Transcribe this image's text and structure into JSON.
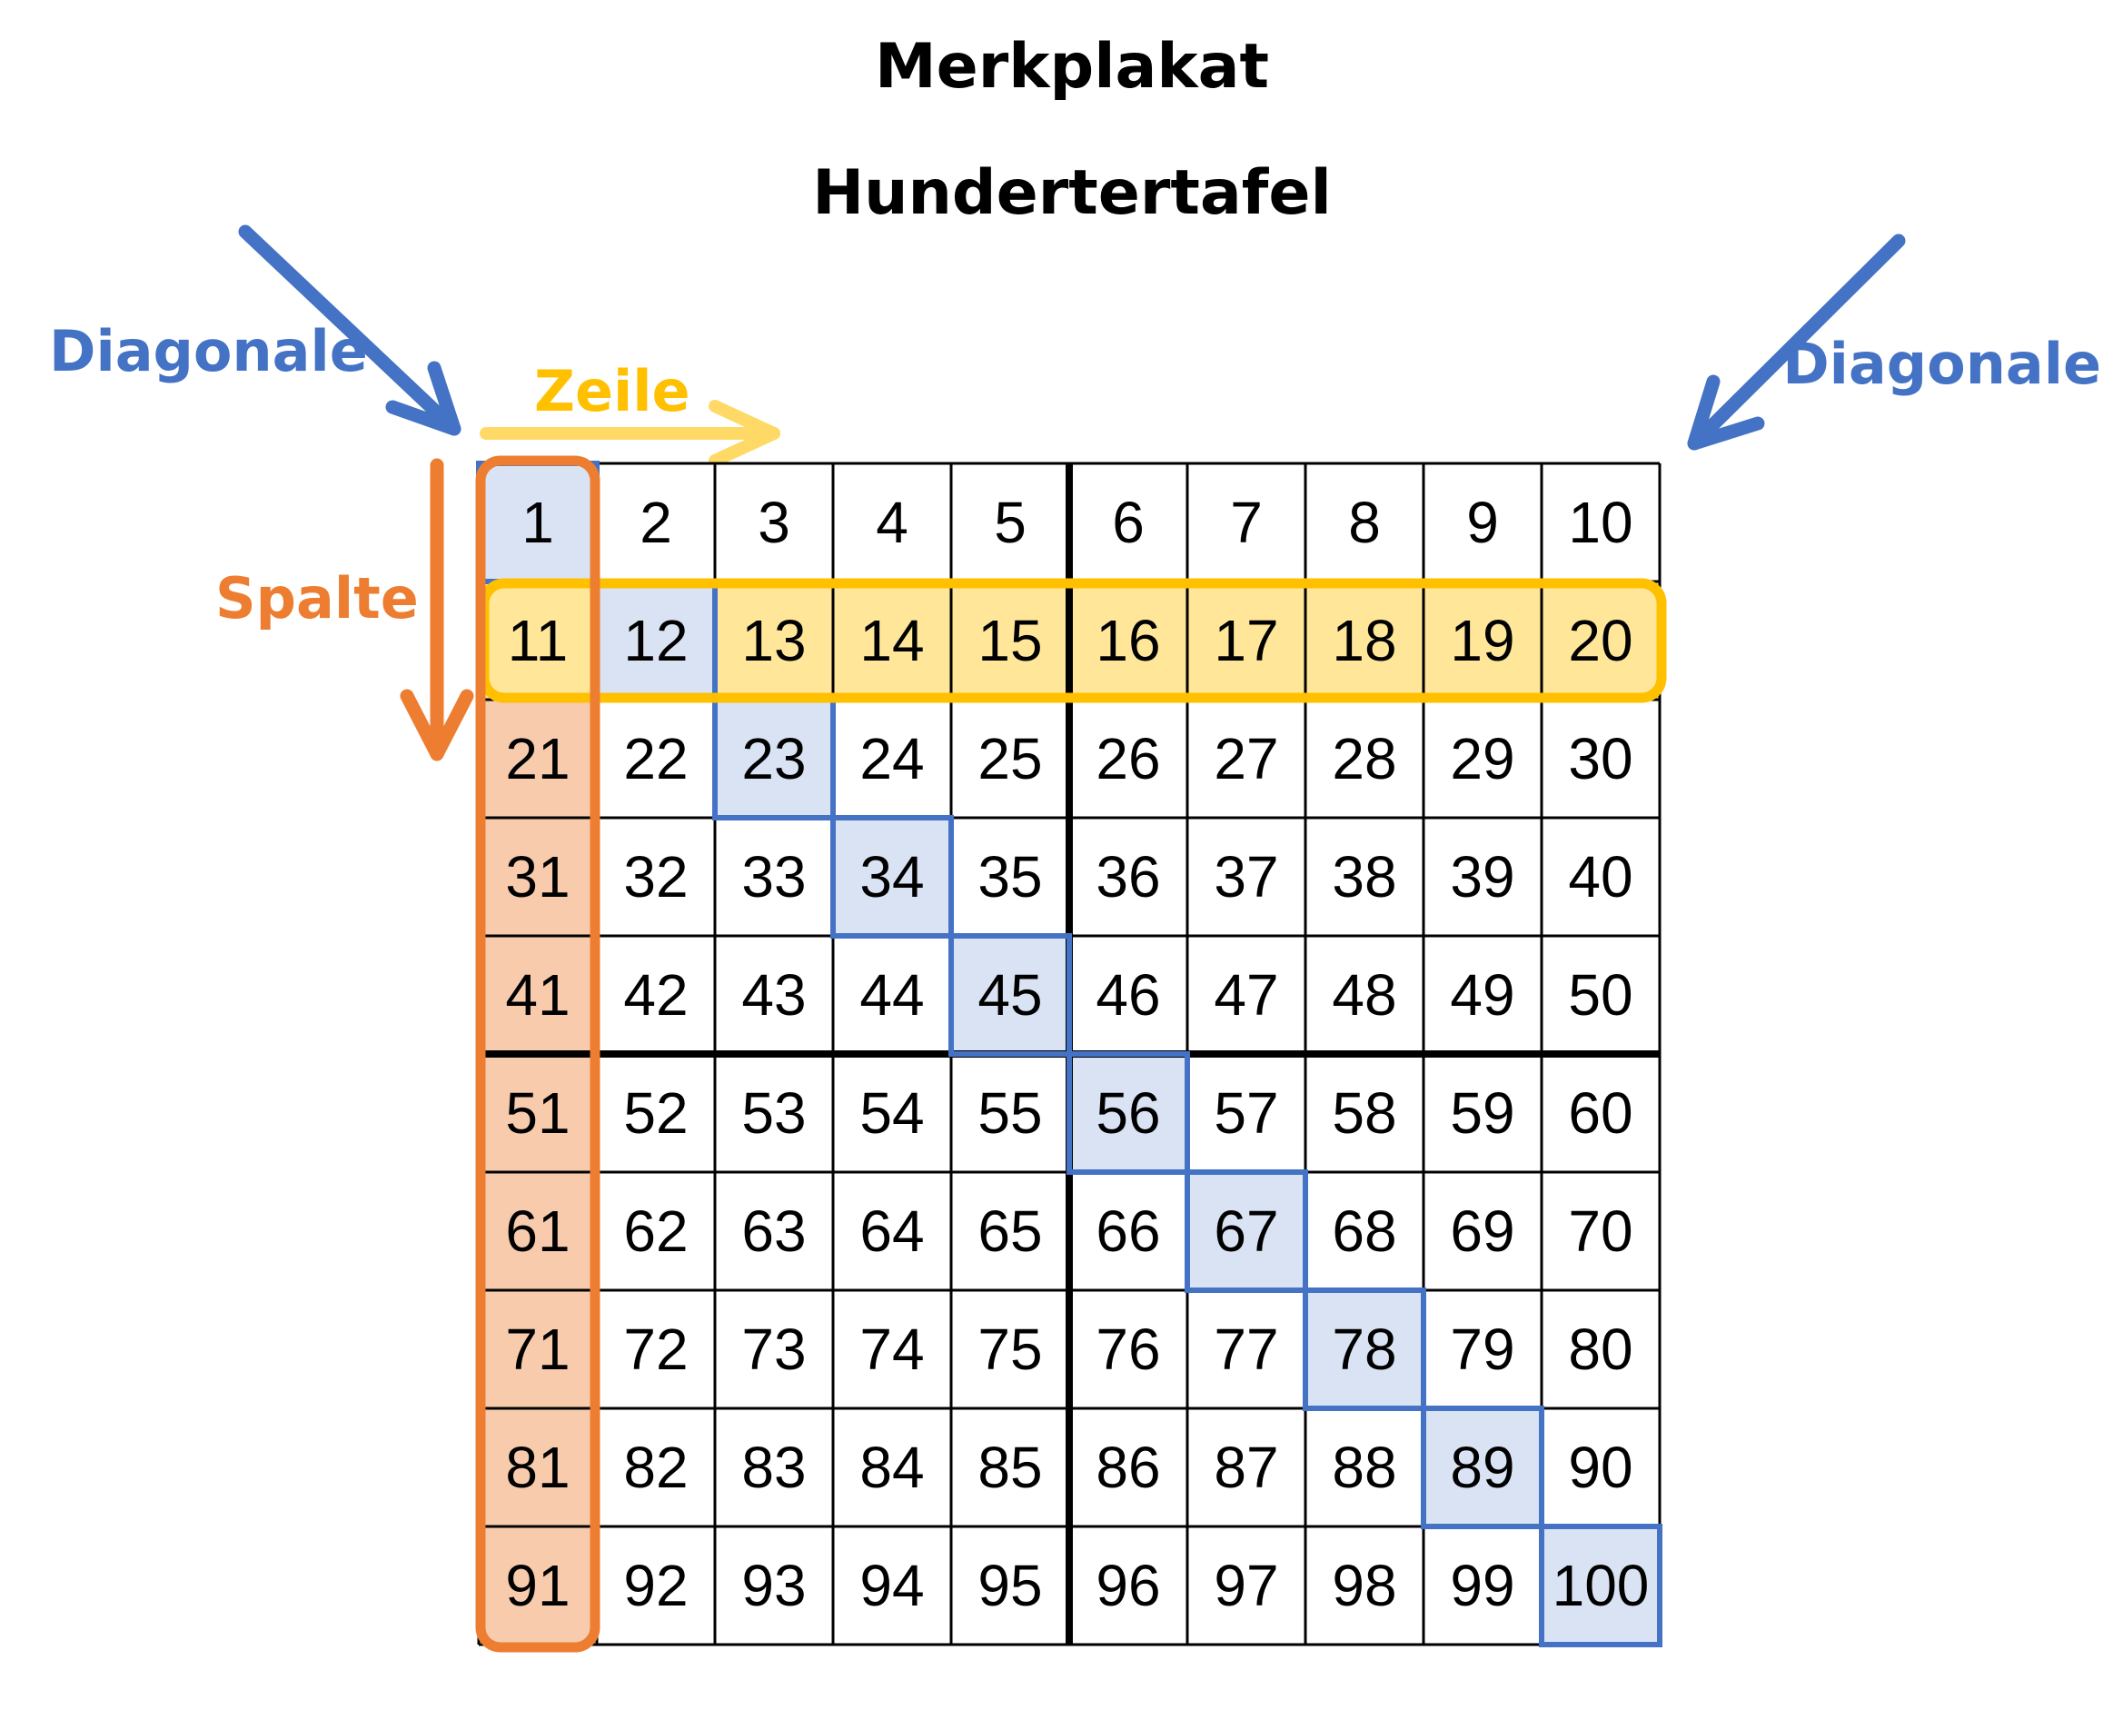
{
  "title": "Merkplakat",
  "subtitle": "Hundertertafel",
  "labels": {
    "diagonal_left": "Diagonale",
    "diagonal_right": "Diagonale",
    "row": "Zeile",
    "column": "Spalte"
  },
  "grid": {
    "rows": 10,
    "cols": 10,
    "numbers": [
      [
        1,
        2,
        3,
        4,
        5,
        6,
        7,
        8,
        9,
        10
      ],
      [
        11,
        12,
        13,
        14,
        15,
        16,
        17,
        18,
        19,
        20
      ],
      [
        21,
        22,
        23,
        24,
        25,
        26,
        27,
        28,
        29,
        30
      ],
      [
        31,
        32,
        33,
        34,
        35,
        36,
        37,
        38,
        39,
        40
      ],
      [
        41,
        42,
        43,
        44,
        45,
        46,
        47,
        48,
        49,
        50
      ],
      [
        51,
        52,
        53,
        54,
        55,
        56,
        57,
        58,
        59,
        60
      ],
      [
        61,
        62,
        63,
        64,
        65,
        66,
        67,
        68,
        69,
        70
      ],
      [
        71,
        72,
        73,
        74,
        75,
        76,
        77,
        78,
        79,
        80
      ],
      [
        81,
        82,
        83,
        84,
        85,
        86,
        87,
        88,
        89,
        90
      ],
      [
        91,
        92,
        93,
        94,
        95,
        96,
        97,
        98,
        99,
        100
      ]
    ],
    "highlighted_row": 2,
    "highlighted_column": 1,
    "diagonal_cells": [
      1,
      12,
      23,
      34,
      45,
      56,
      67,
      78,
      89,
      100
    ]
  },
  "colors": {
    "diagonal_blue": "#4472C4",
    "diagonal_fill": "#DAE3F3",
    "row_gold": "#FFC000",
    "row_fill": "#FFE699",
    "row_arrow": "#FFD966",
    "column_orange": "#ED7D31",
    "column_fill": "#F8CBAD",
    "grid_line": "#000000"
  }
}
